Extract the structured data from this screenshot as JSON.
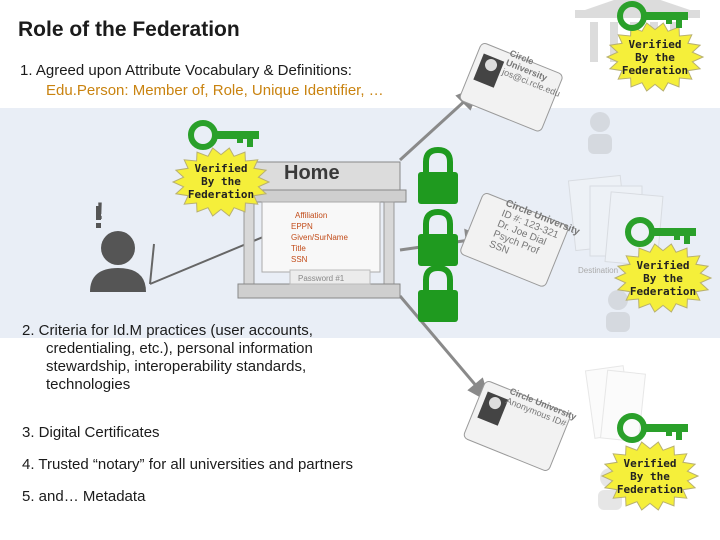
{
  "title": "Role of the Federation",
  "points": {
    "p1_line1": "1. Agreed upon Attribute Vocabulary & Definitions:",
    "p1_line2": "Edu.Person: Member of, Role, Unique Identifier, …",
    "p2_lines": [
      "2. Criteria for Id.M practices (user accounts,",
      "credentialing, etc.), personal information",
      "stewardship, interoperability standards,",
      "technologies"
    ],
    "p3": "3. Digital Certificates",
    "p4": "4. Trusted “notary” for all universities and partners",
    "p5": "5.  and… Metadata"
  },
  "badge": {
    "line1": "Verified",
    "line2": "By the",
    "line3": "Federation"
  },
  "home": {
    "label": "Home",
    "attributes": [
      "Affiliation",
      "EPPN",
      "Given/SurName",
      "Title",
      "SSN"
    ],
    "password": "Password #1"
  },
  "cards": {
    "top": [
      "Circle",
      "University",
      "jos@ci.rcle.edu"
    ],
    "middle": [
      "Circle University",
      "ID #: 123-321",
      "Dr. Joe Dial",
      "Psych Prof",
      "SSN"
    ],
    "bottom": [
      "Circle University",
      "Anonymous ID#"
    ]
  },
  "misc": {
    "alert_mark": "!",
    "watermark": "Destination"
  },
  "colors": {
    "key_green": "#2aa02a",
    "badge_yellow": "#f5ef3a",
    "lock_green": "#1f9a1f",
    "arrow_gray": "#8a8a8a",
    "accent_orange": "#c98310"
  }
}
